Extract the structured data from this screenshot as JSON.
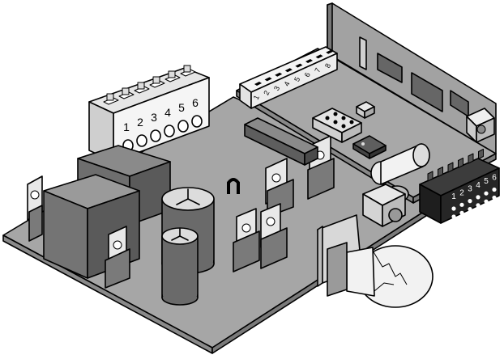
{
  "terminal_block_left": {
    "labels": [
      "1",
      "2",
      "3",
      "4",
      "5",
      "6"
    ]
  },
  "dip_switch": {
    "labels": [
      "1",
      "2",
      "3",
      "4",
      "5",
      "6",
      "7",
      "8"
    ]
  },
  "terminal_block_right": {
    "labels": [
      "1",
      "2",
      "3",
      "4",
      "5",
      "6"
    ]
  },
  "colors": {
    "board": "#a6a6a6",
    "board_side": "#8a8a8a",
    "component_dark": "#5e5e5e",
    "component_mid": "#8c8c8c",
    "component_light": "#d4d4d4",
    "outline": "#000000"
  }
}
